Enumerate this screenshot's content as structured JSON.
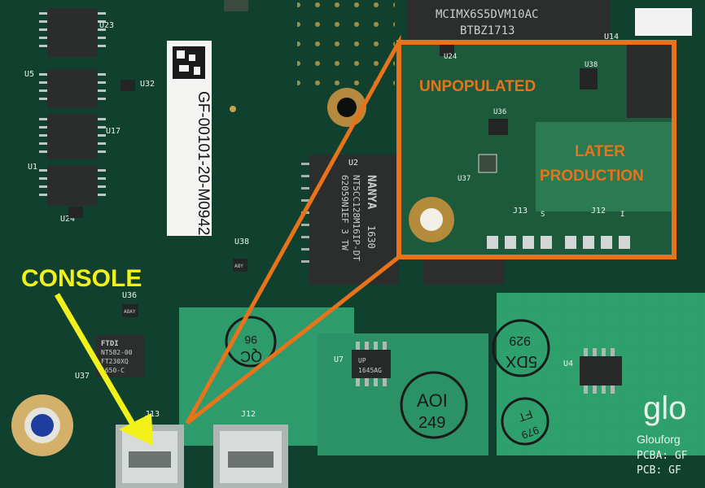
{
  "annotations": {
    "console_label": "CONSOLE",
    "inset_label_unpopulated": "UNPOPULATED",
    "inset_label_later_line1": "LATER",
    "inset_label_later_line2": "PRODUCTION",
    "label_color_yellow": "#f2f21a",
    "label_color_orange": "#e8731a"
  },
  "board": {
    "soc_marking_line1": "MCIMX6S5DVM10AC",
    "soc_marking_line2": "BTBZ1713",
    "barcode_text": "GF-00101-20-M0942",
    "ram_chip_brand": "NANYA",
    "ram_chip_code": "1630",
    "ram_chip_line1": "NT5CC128M16IP-DT",
    "ram_chip_line2": "62059N1EF 3 TW",
    "ftdi_chip_lines": [
      "FTDI",
      "NT582-00",
      "FT230XQ",
      "1650-C"
    ],
    "u36_chip_line": "A8AY",
    "u38_chip_line": "A8Y",
    "u7_chip_lines": [
      "UP",
      "1645AG"
    ],
    "stamp_aoi": "AOI",
    "stamp_aoi_num": "249",
    "stamp_qc_left": "QC",
    "stamp_qc_left_num": "96",
    "stamp_5dx": "5DX",
    "stamp_5dx_num": "929",
    "stamp_ft": "FT",
    "stamp_ft_num": "979",
    "logo_text": "glo",
    "brand_text": "Glouforg",
    "pcba_text": "PCBA: GF",
    "pcb_text": "PCB: GF",
    "silk": {
      "u23": "U23",
      "u5": "U5",
      "u32": "U32",
      "u17": "U17",
      "u1": "U1",
      "u24": "U24",
      "u38": "U38",
      "u36": "U36",
      "u37": "U37",
      "u2": "U2",
      "u7": "U7",
      "u4": "U4",
      "u14": "U14",
      "j13": "J13",
      "j12": "J12"
    },
    "inset_silk": {
      "u24": "U24",
      "u38": "U38",
      "u36": "U36",
      "u37": "U37",
      "j13": "J13",
      "j12": "J12",
      "s": "S",
      "i": "I"
    }
  }
}
